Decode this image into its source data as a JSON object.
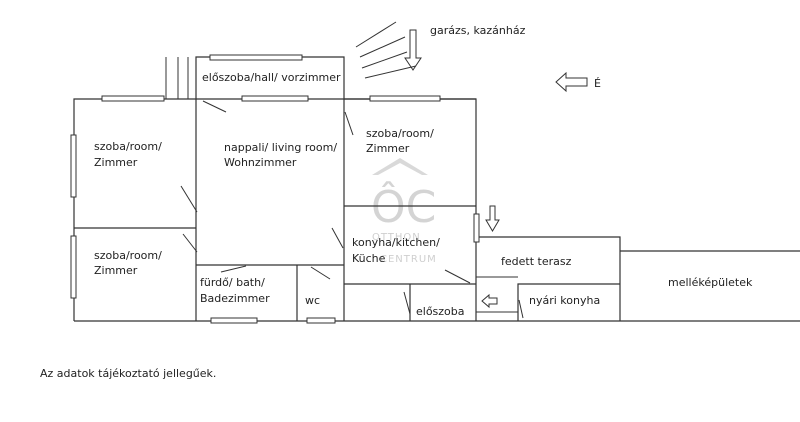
{
  "rooms": {
    "eloszoba_hall": "előszoba/hall/ vorzimmer",
    "garazs": "garázs, kazánház",
    "north": "É",
    "szoba1_l1": "szoba/room/",
    "szoba1_l2": "Zimmer",
    "nappali_l1": "nappali/ living room/",
    "nappali_l2": "Wohnzimmer",
    "szoba3_l1": "szoba/room/",
    "szoba3_l2": "Zimmer",
    "szoba2_l1": "szoba/room/",
    "szoba2_l2": "Zimmer",
    "konyha_l1": "konyha/kitchen/",
    "konyha_l2": "Küche",
    "furdo_l1": "fürdő/ bath/",
    "furdo_l2": "Badezimmer",
    "wc": "wc",
    "eloszoba2": "előszoba",
    "fedett_terasz": "fedett terasz",
    "nyari_konyha": "nyári konyha",
    "mellekepuletek": "melléképületek"
  },
  "watermark": {
    "logo": "ÔC",
    "line1": "OTTHON",
    "line2": "CENTRUM"
  },
  "footnote": "Az adatok tájékoztató jellegűek."
}
